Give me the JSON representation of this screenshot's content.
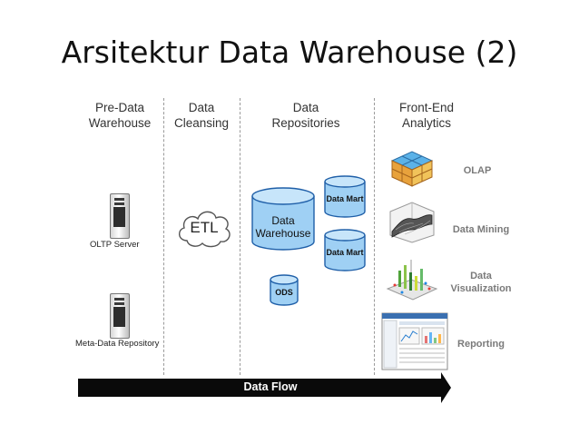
{
  "title": "Arsitektur Data Warehouse (2)",
  "columns": [
    {
      "line1": "Pre-Data",
      "line2": "Warehouse"
    },
    {
      "line1": "Data",
      "line2": "Cleansing"
    },
    {
      "line1": "Data",
      "line2": "Repositories"
    },
    {
      "line1": "Front-End",
      "line2": "Analytics"
    }
  ],
  "sources": {
    "oltp": "OLTP Server",
    "meta": "Meta-Data Repository"
  },
  "etl": "ETL",
  "repositories": {
    "dw_line1": "Data",
    "dw_line2": "Warehouse",
    "mart_top": "Data Mart",
    "mart_bottom": "Data Mart",
    "ods": "ODS"
  },
  "tools": {
    "olap": "OLAP",
    "mining": "Data Mining",
    "vis_line1": "Data",
    "vis_line2": "Visualization",
    "reporting": "Reporting"
  },
  "flow": "Data Flow",
  "colors": {
    "cylinder_fill": "#9fd0f4",
    "cylinder_stroke": "#1f5fa8",
    "arrow": "#0a0a0a"
  }
}
